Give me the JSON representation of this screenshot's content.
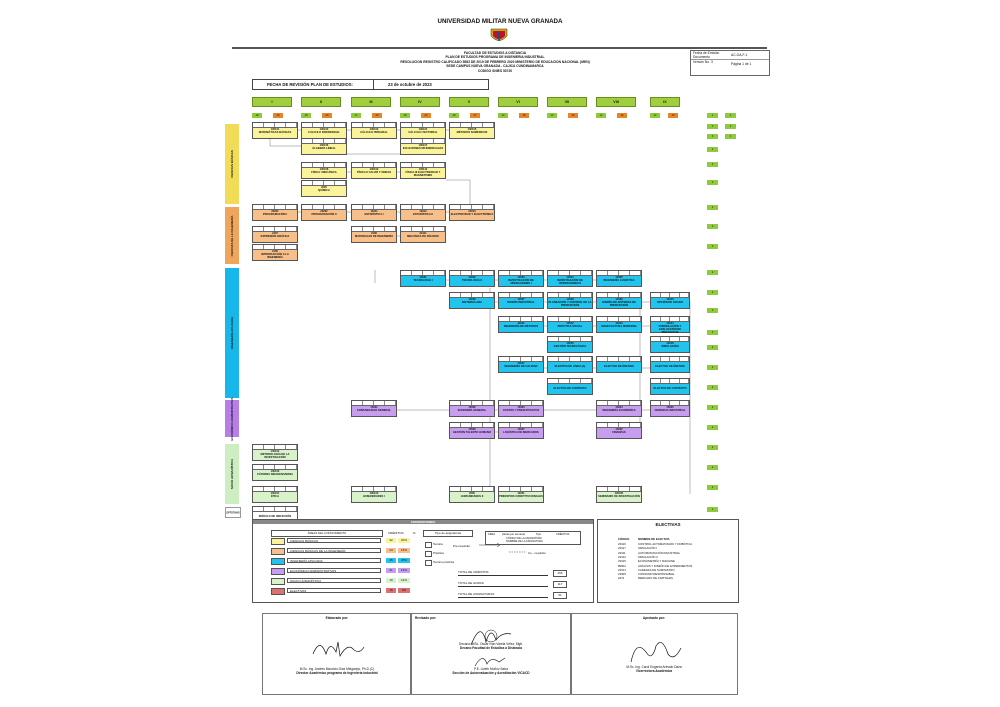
{
  "header": {
    "university": "UNIVERSIDAD MILITAR NUEVA GRANADA",
    "lines": [
      "FACULTAD DE ESTUDIOS A DISTANCIA",
      "PLAN DE ESTUDIOS PROGRAMA DE INGENIERIA INDUSTRIAL",
      "RESOLUCION REGISTRO CALIFICADO 5583 DE 2019 DE FEBRERO 2020 MINISTERIO DE EDUCACION NACIONAL (MEN)",
      "SEDE CAMPUS NUEVA GRANADA - CAJICA CUNDINAMARCA",
      "CODIGO SNIES 53720"
    ],
    "code_box": {
      "r1_label": "Fecha de Emisión Documento",
      "r1_value": "AC-GA-F-1",
      "r2_label": "Versión No. 3",
      "r2_value": "Página 1 de 1"
    },
    "review_label": "FECHA DE REVISIÓN PLAN DE ESTUDIOS:",
    "review_date": "23 de octubre de 2023"
  },
  "semesters": [
    "I",
    "II",
    "III",
    "IV",
    "V",
    "VI",
    "VII",
    "VIII",
    "IX"
  ],
  "hours_row": [
    "18",
    "20",
    "18",
    "20",
    "17",
    "20",
    "18",
    "22",
    "18",
    "17",
    "13",
    "18",
    "13",
    "16",
    "14",
    "16",
    "12",
    "15"
  ],
  "areas": {
    "basicas": "CIENCIAS BÁSICAS",
    "ingenieria": "CIENCIAS DE LA INGENIERÍA",
    "aplicada": "INGENIERÍA APLICADA",
    "economico": "ECONÓMICO ADMINISTRATIVA",
    "socio": "SOCIO HUMANÍSTICA",
    "optativa": "OPTATIVAS"
  },
  "courses": {
    "c1": {
      "code": "100101",
      "name": "MATEMÁTICAS BÁSICAS"
    },
    "c2": {
      "code": "100102",
      "name": "CÁLCULO DIFERENCIAL"
    },
    "c3": {
      "code": "100103",
      "name": "CÁLCULO INTEGRAL"
    },
    "c4": {
      "code": "100104",
      "name": "CÁLCULO VECTORIAL"
    },
    "c5": {
      "code": "100105",
      "name": "MÉTODOS NUMÉRICOS"
    },
    "c6": {
      "code": "100106",
      "name": "ÁLGEBRA LINEAL"
    },
    "c7": {
      "code": "100107",
      "name": "ECUACIONES DIFERENCIALES"
    },
    "c8": {
      "code": "100108",
      "name": "FÍSICA I MECÁNICA"
    },
    "c9": {
      "code": "100109",
      "name": "FÍSICA II CALOR Y ONDAS"
    },
    "c10": {
      "code": "100110",
      "name": "FÍSICA III ELECTRICIDAD Y MAGNETISMO"
    },
    "c11": {
      "code": "2220",
      "name": "QUÍMICA"
    },
    "c12": {
      "code": "20201",
      "name": "PROGRAMACIÓN I"
    },
    "c13": {
      "code": "20202",
      "name": "PROGRAMACIÓN II"
    },
    "c14": {
      "code": "10311",
      "name": "ESTADÍSTICA I"
    },
    "c15": {
      "code": "10312",
      "name": "ESTADÍSTICA II"
    },
    "c16": {
      "code": "20313",
      "name": "ELECTRICIDAD Y ELECTRÓNICA"
    },
    "c17": {
      "code": "2107",
      "name": "EXPRESIÓN GRÁFICA"
    },
    "c18": {
      "code": "2109",
      "name": "MATERIALES DE INGENIERÍA"
    },
    "c19": {
      "code": "21311",
      "name": "MECÁNICA DE SÓLIDOS"
    },
    "c20": {
      "code": "2106",
      "name": "INTRODUCCIÓN A LA INGENIERÍA"
    },
    "c21": {
      "code": "14501",
      "name": "TECNOLOGÍA I"
    },
    "c22": {
      "code": "14502",
      "name": "TECNOLOGÍA II"
    },
    "c23": {
      "code": "14503",
      "name": "INVESTIGACIÓN DE OPERACIONES I"
    },
    "c24": {
      "code": "14504",
      "name": "INVESTIGACIÓN DE OPERACIONES II"
    },
    "c25": {
      "code": "14505",
      "name": "INGENIERÍA LOGÍSTICA"
    },
    "c26": {
      "code": "14506",
      "name": "SISTEMAS ABC"
    },
    "c27": {
      "code": "14507",
      "name": "DISEÑO INDUSTRIAL"
    },
    "c28": {
      "code": "14508",
      "name": "PLANEACIÓN Y CONTROL DE LA PRODUCCIÓN"
    },
    "c29": {
      "code": "14509",
      "name": "DISEÑO DE SISTEMAS DE PRODUCCIÓN"
    },
    "c30": {
      "code": "14510",
      "name": "OPCIÓN DE GRADO"
    },
    "c31": {
      "code": "14511",
      "name": "INGENIERÍA DE MÉTODOS"
    },
    "c32": {
      "code": "14512",
      "name": "PRÁCTICA SOCIAL"
    },
    "c33": {
      "code": "14513",
      "name": "MANUFACTURA MODERNA"
    },
    "c34": {
      "code": "14514",
      "name": "FORMULACIÓN Y EVALUACIÓN DE PROYECTOS"
    },
    "c35": {
      "code": "14515",
      "name": "GESTIÓN TECNOLÓGICA"
    },
    "c36": {
      "code": "14516",
      "name": "SIMULACIÓN"
    },
    "c37": {
      "code": "14517",
      "name": "INGENIERÍA DE CALIDAD"
    },
    "c38": {
      "code": "",
      "name": "ELECTIVA DE LÍNEA (A)"
    },
    "c39": {
      "code": "",
      "name": "ELECTIVA DE ÉNFASIS"
    },
    "c40": {
      "code": "",
      "name": "ELECTIVA DE ÉNFASIS"
    },
    "c41": {
      "code": "",
      "name": "ELECTIVA DE CONTEXTO"
    },
    "c42": {
      "code": "",
      "name": "ELECTIVA DE CONTEXTO"
    },
    "c43": {
      "code": "15001",
      "name": "CONTABILIDAD GENERAL"
    },
    "c44": {
      "code": "15002",
      "name": "ECONOMÍA GENERAL"
    },
    "c45": {
      "code": "15003",
      "name": "COSTOS Y PRESUPUESTOS"
    },
    "c46": {
      "code": "15004",
      "name": "INGENIERÍA ECONÓMICA"
    },
    "c47": {
      "code": "15005",
      "name": "GERENCIA INDUSTRIAL"
    },
    "c48": {
      "code": "15006",
      "name": "GESTIÓN TALENTO HUMANO"
    },
    "c49": {
      "code": "15007",
      "name": "LOGÍSTICA DE MERCADOS"
    },
    "c50": {
      "code": "15022",
      "name": "FINANZAS"
    },
    "c51": {
      "code": "100104",
      "name": "METODOLOGÍA DE LA INVESTIGACIÓN"
    },
    "c52": {
      "code": "100102",
      "name": "CÁTEDRA NEOGRANADINA"
    },
    "c53": {
      "code": "100101",
      "name": "ÉTICA"
    },
    "c54": {
      "code": "100103",
      "name": "HUMANIDADES I"
    },
    "c55": {
      "code": "2206",
      "name": "HUMANIDADES II"
    },
    "c56": {
      "code": "12201",
      "name": "PRINCIPIOS CONSTITUCIONALES"
    },
    "c57": {
      "code": "120031",
      "name": "SEMINARIO DE INVESTIGACIÓN"
    },
    "c58": {
      "code": "",
      "name": "MÓDULO DE INDUCCIÓN"
    }
  },
  "convenciones": {
    "title": "CONVENCIONES",
    "col1": "ÁREAS DEL CONOCIMIENTO",
    "col2": "CRÉDITOS",
    "col3": "%",
    "col4": "Tipo de asignaturas",
    "rows": [
      {
        "label": "CIENCIAS BÁSICAS",
        "credits": "32",
        "pct": "20%",
        "color": "#fbf39a"
      },
      {
        "label": "CIENCIAS BÁSICAS DE LA INGENIERÍA",
        "credits": "24",
        "pct": "15%",
        "color": "#f7c08a"
      },
      {
        "label": "INGENIERÍA APLICADA",
        "credits": "45",
        "pct": "28%",
        "color": "#22c4ee"
      },
      {
        "label": "ECONÓMICO ADMINISTRATIVAS",
        "credits": "21",
        "pct": "13%",
        "color": "#c79df0"
      },
      {
        "label": "SOCIO HUMANÍSTICA",
        "credits": "19",
        "pct": "12%",
        "color": "#d8f3c9"
      },
      {
        "label": "ELECTIVAS",
        "credits": "15",
        "pct": "9%",
        "color": "#e07070"
      }
    ],
    "tipos": [
      "Teórica",
      "Práctica",
      "Teórico práctica"
    ],
    "prereq": "Pre-requisito",
    "coreq": "Co - requisito",
    "legend_area": "ÁREA",
    "legend_hours": "[Horas por semana]",
    "legend_type": "Tipo",
    "legend_credits": "CRÉDITOS",
    "legend_code": "CÓDIGO DE LA ASIGNATURA",
    "legend_name": "NOMBRE DE LA ASIGNATURA",
    "total_credits_label": "TOTAL DE CRÉDITOS",
    "total_credits": "156",
    "total_hours_label": "TOTAL DE HORAS",
    "total_hours": "117",
    "total_subjects_label": "TOTAL DE ASIGNATURAS",
    "total_subjects": "61"
  },
  "electivas": {
    "title": "ELECTIVAS",
    "h_code": "CÓDIGO",
    "h_name": "NOMBRE DE ELECTIVA",
    "rows": [
      [
        "23316",
        "CONTROL AUTOMATIZADO Y ROBÓTICA"
      ],
      [
        "23317",
        "SIMULACIÓN I"
      ],
      [
        "23311",
        "AUTOMATIZACIÓN INDUSTRIAL"
      ],
      [
        "23312",
        "SIMULACIÓN II"
      ],
      [
        "23315",
        "ECONOMETRÍA Y MACHINE"
      ],
      [
        "89902",
        "ANÁLISIS Y DISEÑO DE EXPERIMENTOS"
      ],
      [
        "23314",
        "CADENAS DE SUMINISTRO"
      ],
      [
        "23305",
        "CONSUMO RESPONSABLE"
      ],
      [
        "2472",
        "MERCADO DE CAPITALES"
      ]
    ]
  },
  "signatures": {
    "elab_title": "Elaborado por:",
    "elab_name": "M.Sc. Ing. Andrés Mauricio Díaz Melgarejo, Ph.D.(C)",
    "elab_role": "Director Académico programa de Ingeniería Industrial",
    "rev_title": "Revisado por:",
    "rev_name1": "Decano: MSc. Oscar Iván Varela Vélez, Mgtr.",
    "rev_role1": "Decano Facultad de Estudios a Distancia",
    "rev_name2": "P.E. Lizeth Muñoz Saba",
    "rev_role2": "Sección de Autoevaluación y Acreditación VICACD",
    "apr_title": "Aprobado por:",
    "apr_name": "M.Sc. Ing. Carol Eugenia Arévalo Daza",
    "apr_role": "Vicerrectora Académica"
  }
}
